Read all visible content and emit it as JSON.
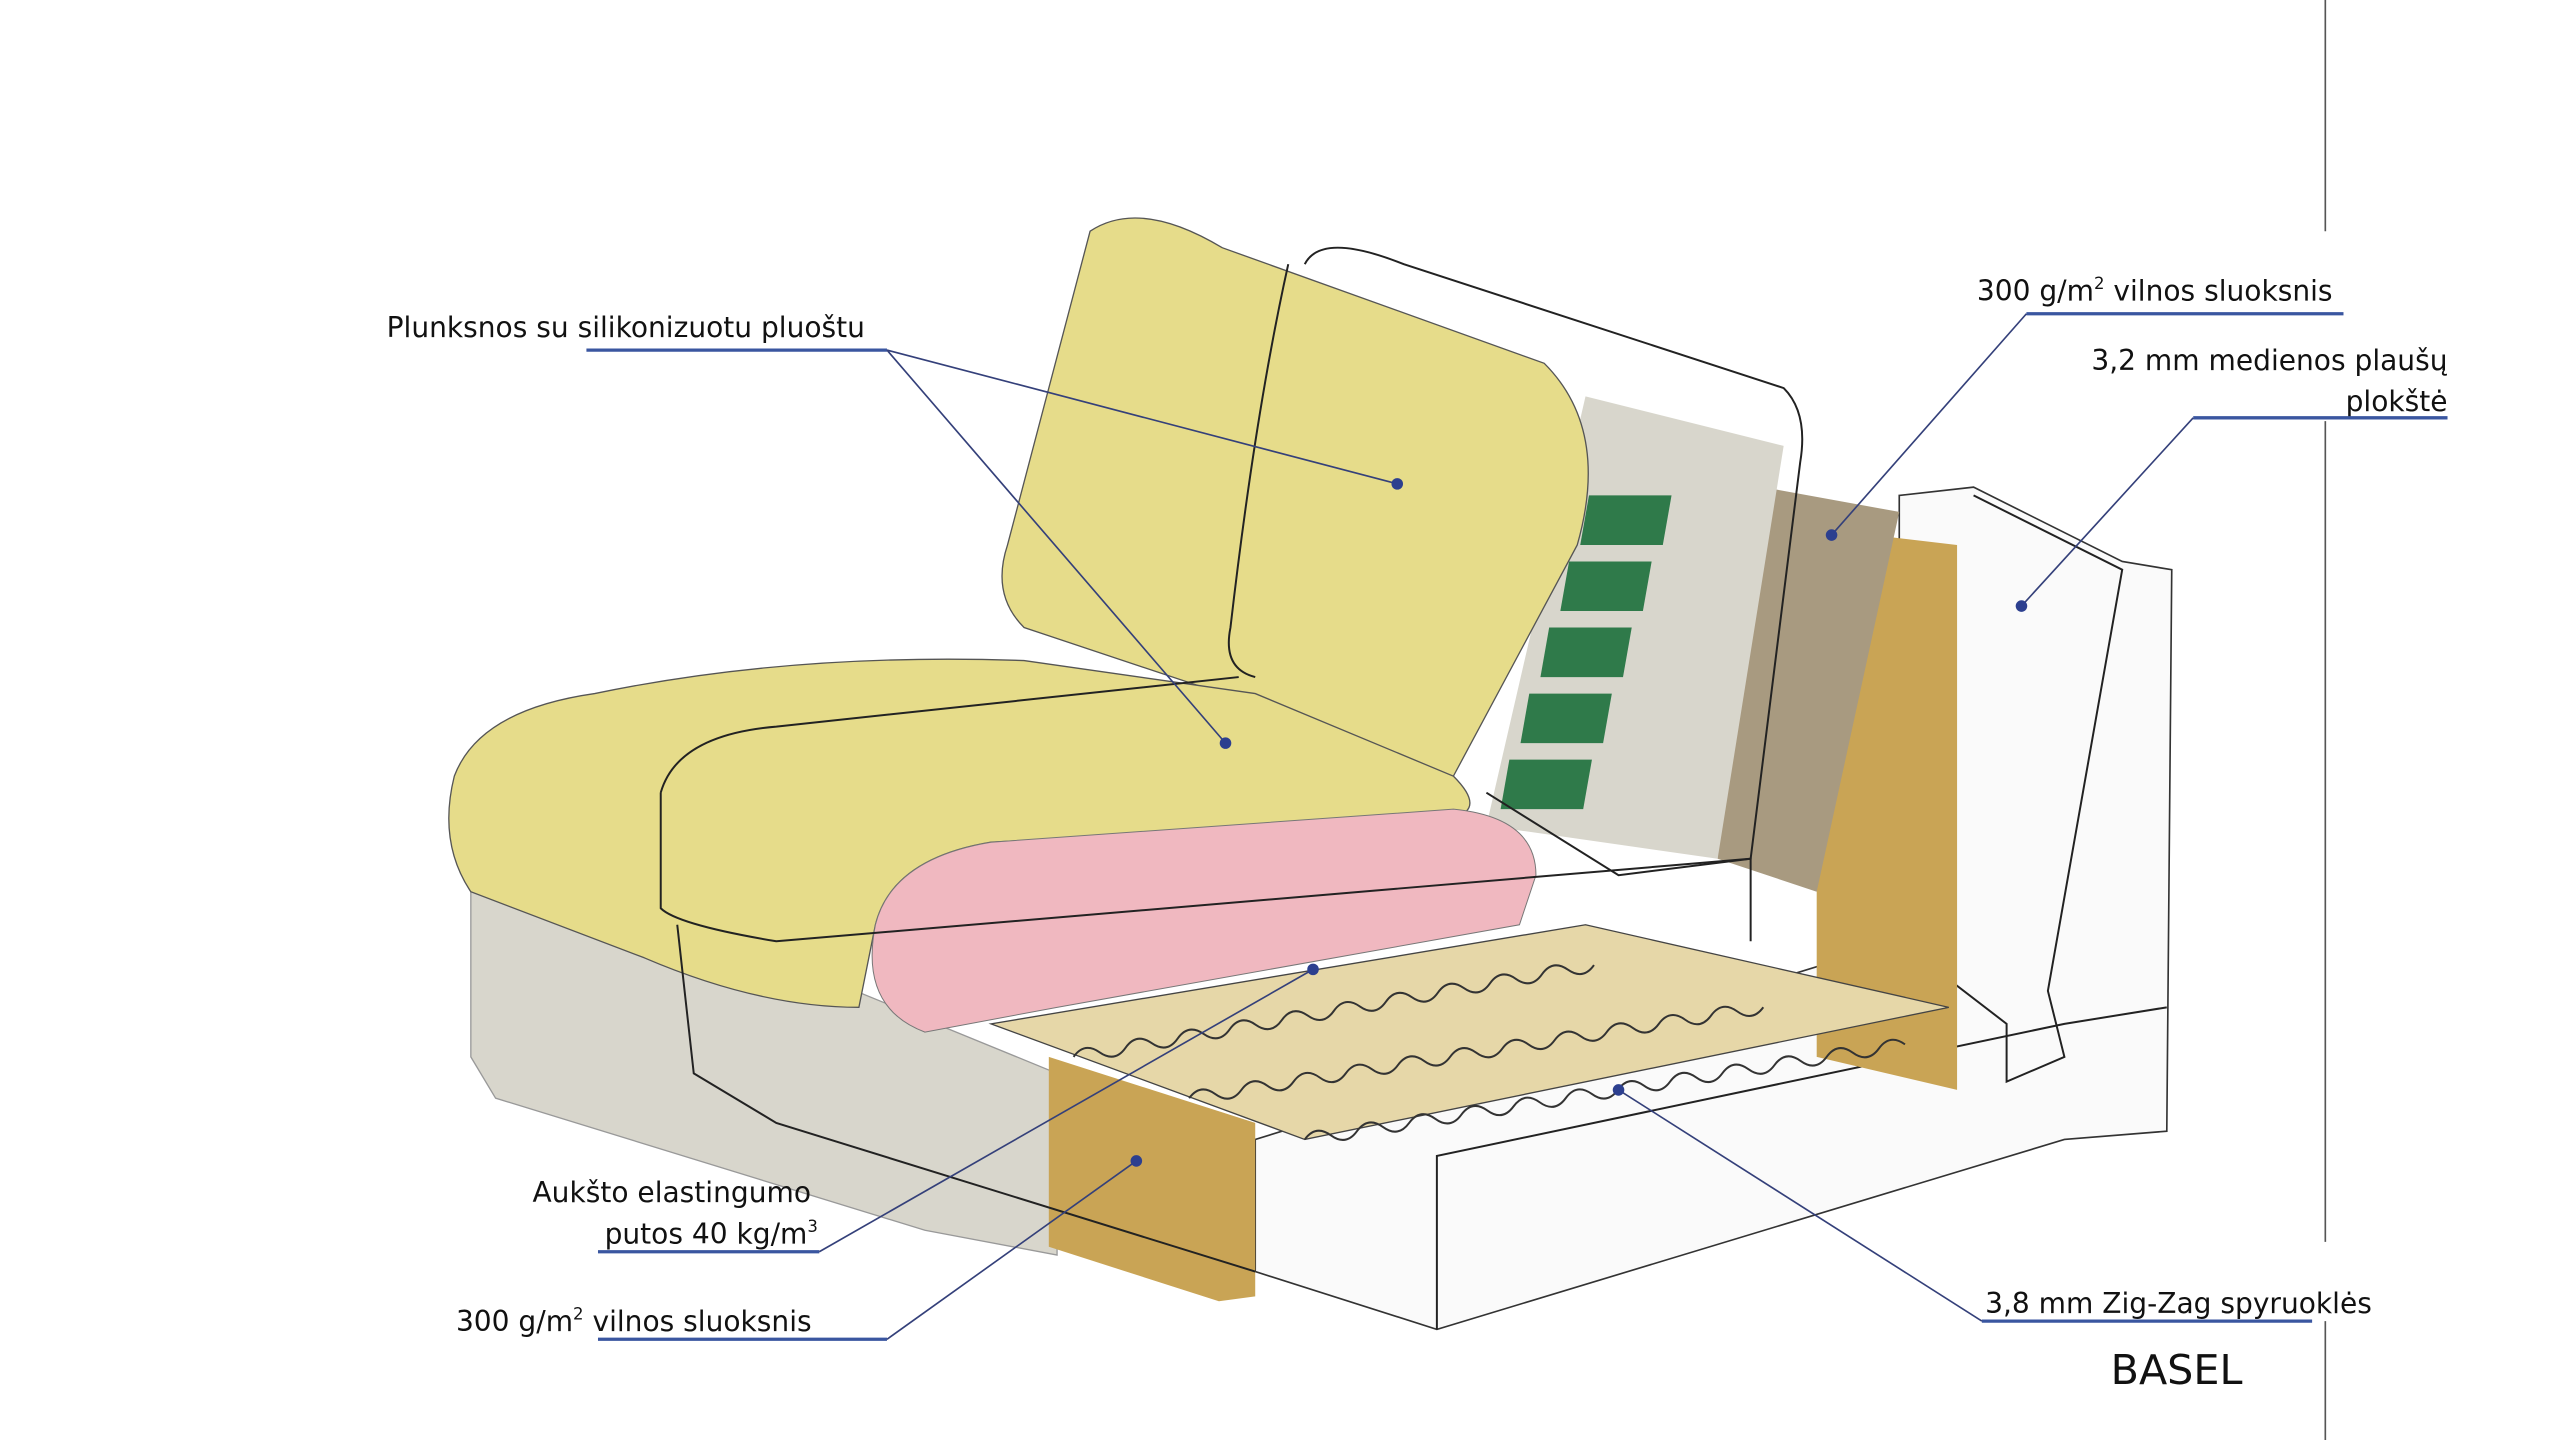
{
  "title": "BASEL",
  "labels": {
    "feathers": "Plunksnos su silikonizuotu pluoštu",
    "wool_top": {
      "prefix": "300 g/m",
      "sup": "2",
      "suffix": " vilnos sluoksnis"
    },
    "fibreboard_line1": "3,2 mm medienos plaušų",
    "fibreboard_line2": "plokštė",
    "foam_line1": "Aukšto elastingumo",
    "foam_line2": {
      "prefix": "putos 40 kg/m",
      "sup": "3"
    },
    "wool_bottom": {
      "prefix": "300 g/m",
      "sup": "2",
      "suffix": " vilnos sluoksnis"
    },
    "springs": "3,8 mm Zig-Zag spyruoklės"
  },
  "colors": {
    "accent": "#3a56a0",
    "cushion": "#e6dc8a",
    "foam": "#f0b8c0",
    "wood": "#c9a455",
    "base": "#d8d6cc"
  }
}
